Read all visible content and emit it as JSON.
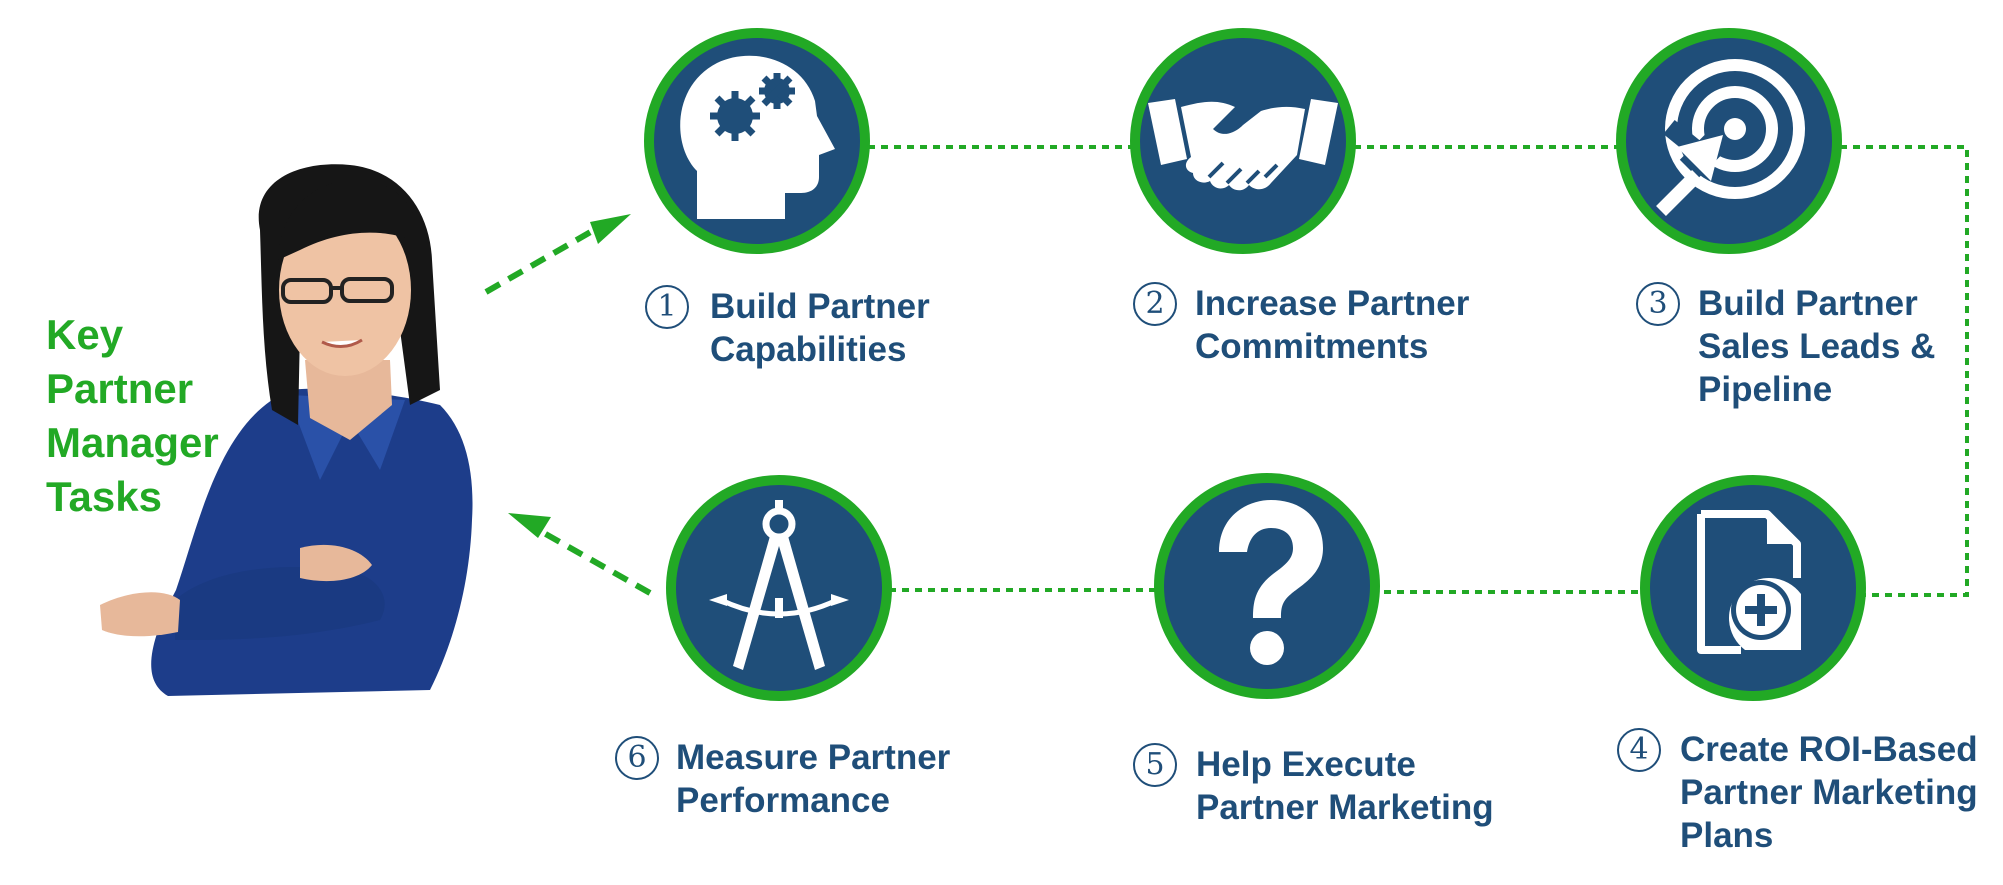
{
  "title": {
    "lines": [
      "Key",
      "Partner",
      "Manager",
      "Tasks"
    ]
  },
  "colors": {
    "navy": "#1f4e79",
    "green": "#22a925",
    "circle_fill": "#1f4e79",
    "connector": "#22a925"
  },
  "steps": [
    {
      "number": "1",
      "icon": "head-gears-icon",
      "lines": [
        "Build Partner",
        "Capabilities"
      ]
    },
    {
      "number": "2",
      "icon": "handshake-icon",
      "lines": [
        "Increase Partner",
        "Commitments"
      ]
    },
    {
      "number": "3",
      "icon": "target-arrow-icon",
      "lines": [
        "Build Partner",
        "Sales Leads &",
        "Pipeline"
      ]
    },
    {
      "number": "4",
      "icon": "document-plus-icon",
      "lines": [
        "Create ROI-Based",
        "Partner Marketing",
        "Plans"
      ]
    },
    {
      "number": "5",
      "icon": "question-mark-icon",
      "lines": [
        "Help Execute",
        "Partner Marketing"
      ]
    },
    {
      "number": "6",
      "icon": "drafting-compass-icon",
      "lines": [
        "Measure Partner",
        "Performance"
      ]
    }
  ]
}
